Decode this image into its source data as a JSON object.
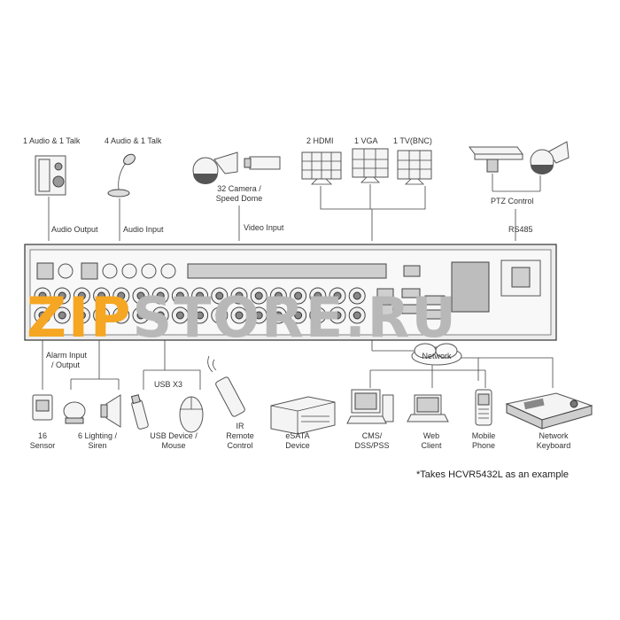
{
  "top_labels": {
    "audio_talk": "1 Audio  & 1 Talk",
    "audio_talk_mic": "4 Audio & 1 Talk",
    "camera": "32 Camera /",
    "camera2": "Speed Dome",
    "hdmi": "2 HDMI",
    "vga": "1 VGA",
    "tv": "1 TV(BNC)",
    "ptz": "PTZ Control"
  },
  "connection_labels": {
    "audio_output": "Audio  Output",
    "audio_input": "Audio  Input",
    "video_input": "Video Input",
    "rs485": "RS485",
    "alarm_1": "Alarm Input",
    "alarm_2": "/ Output",
    "usb": "USB X3",
    "network": "Network"
  },
  "bottom_devices": [
    {
      "line1": "16",
      "line2": "Sensor"
    },
    {
      "line1": "6 Lighting /",
      "line2": "Siren"
    },
    {
      "line1": "USB Device /",
      "line2": "Mouse"
    },
    {
      "line1": "IR",
      "line2": "Remote",
      "line3": "Control"
    },
    {
      "line1": "eSATA",
      "line2": "Device"
    },
    {
      "line1": "CMS/",
      "line2": "DSS/PSS"
    },
    {
      "line1": "Web",
      "line2": "Client"
    },
    {
      "line1": "Mobile",
      "line2": "Phone"
    },
    {
      "line1": "Network",
      "line2": "Keyboard"
    }
  ],
  "footnote": "*Takes HCVR5432L as an example",
  "watermark": {
    "text": "ZIPSTORE.RU",
    "orange": "#f5a623",
    "gray": "#b8b8b8"
  }
}
